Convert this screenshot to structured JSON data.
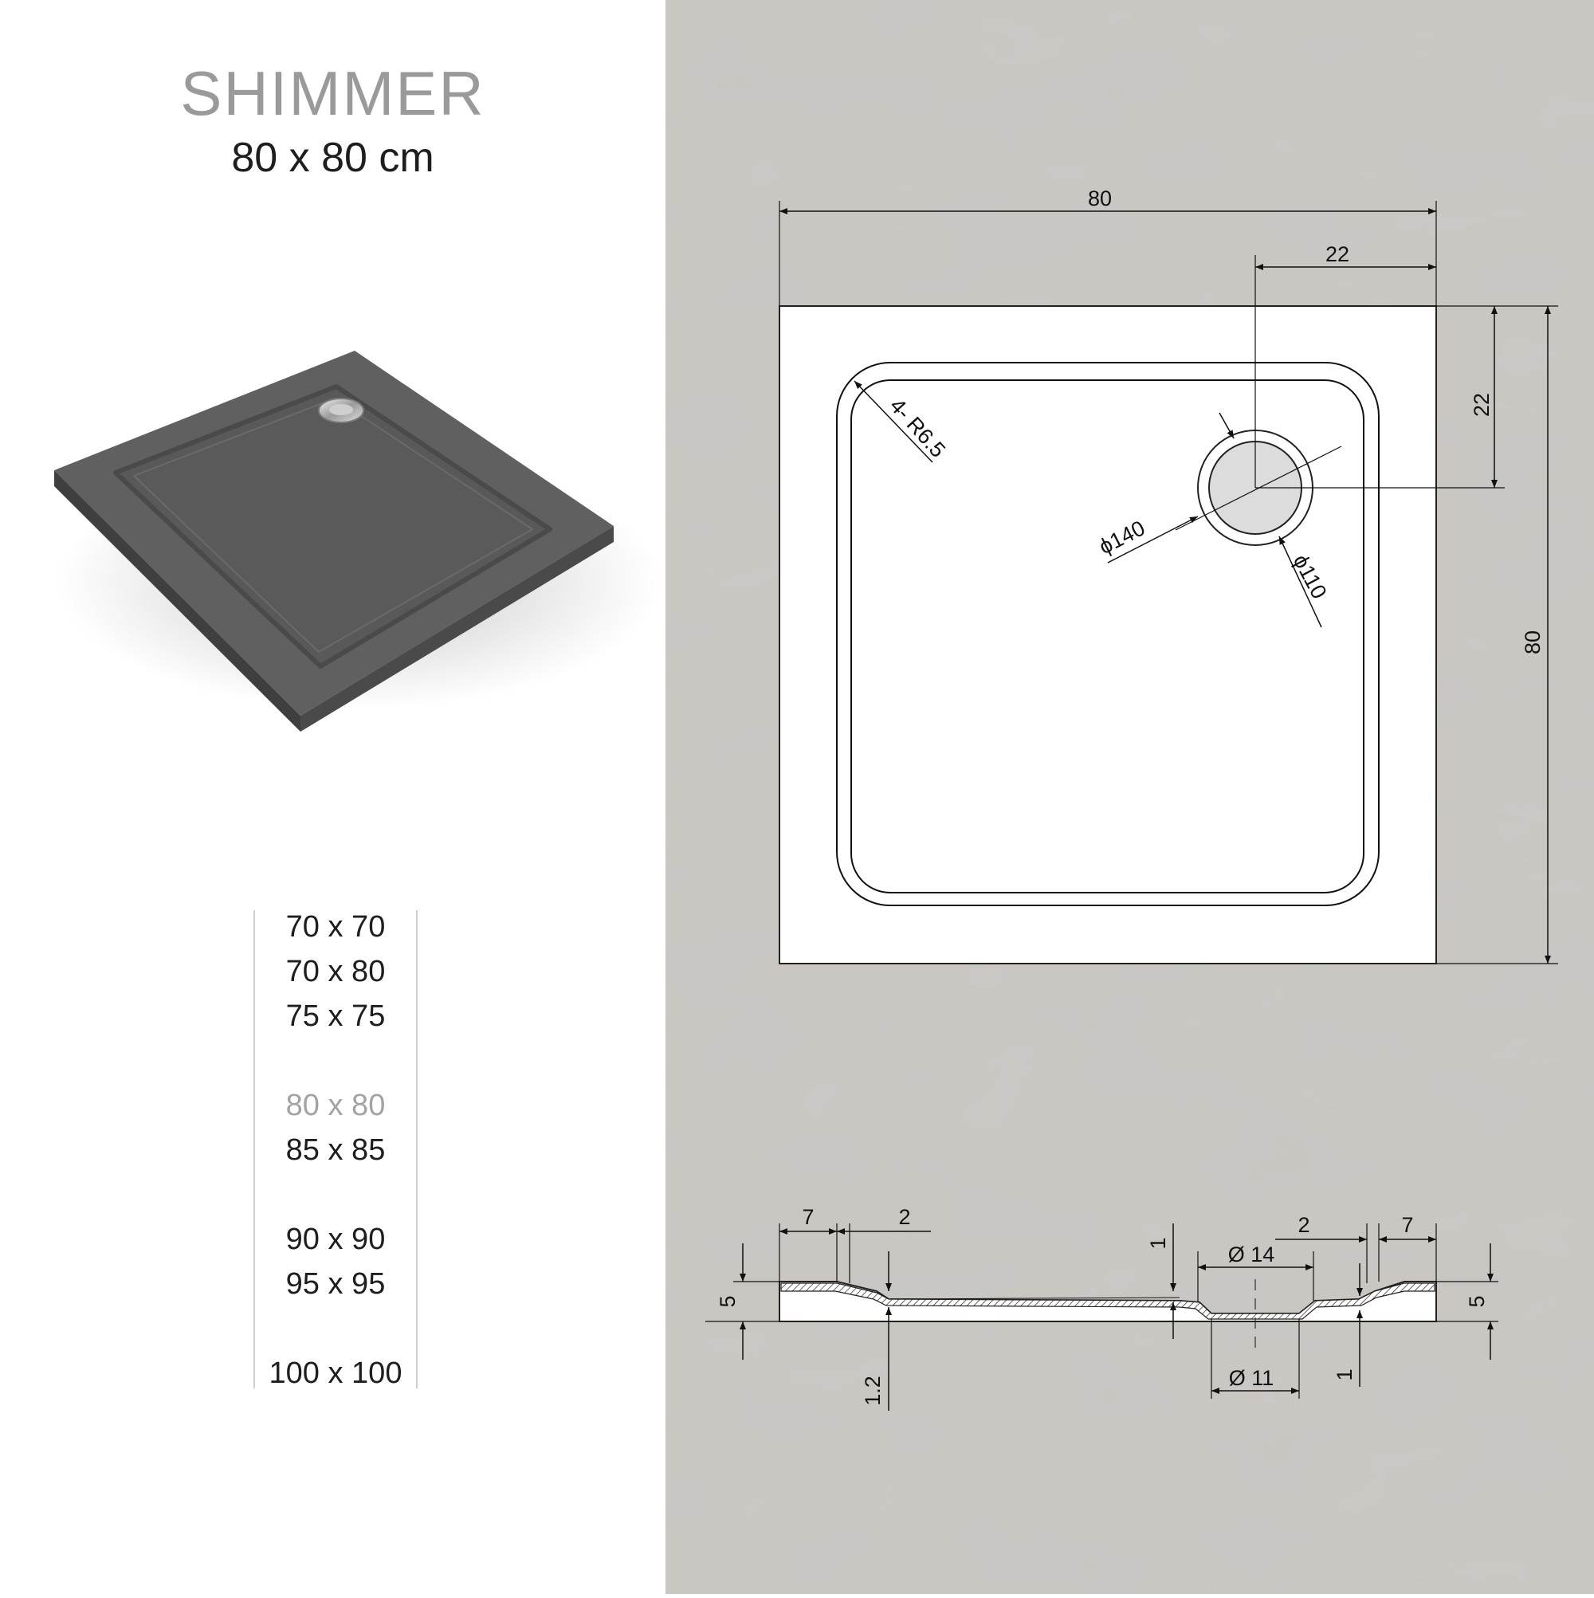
{
  "product": {
    "title": "SHIMMER",
    "subtitle": "80 x 80 cm"
  },
  "sizes": [
    {
      "label": "70 x 70",
      "active": false
    },
    {
      "label": "70 x 80",
      "active": false
    },
    {
      "label": "75 x 75",
      "active": false
    },
    {
      "label": "80 x 80",
      "active": true
    },
    {
      "label": "85 x 85",
      "active": false
    },
    {
      "label": "90 x 90",
      "active": false
    },
    {
      "label": "95 x 95",
      "active": false
    },
    {
      "label": "100 x 100",
      "active": false
    }
  ],
  "plan": {
    "width": "80",
    "height": "80",
    "drain_x": "22",
    "drain_y": "22",
    "corner_radius": "4- R6.5",
    "drain_outer": "ϕ140",
    "drain_inner": "ϕ110"
  },
  "section": {
    "rim_left": "7",
    "slope_left": "2",
    "rim_right": "7",
    "slope_right": "2",
    "height_left": "5",
    "height_right": "5",
    "thickness": "1.2",
    "drop_left": "1",
    "drop_right": "1",
    "drain_top": "Ø 14",
    "drain_bottom": "Ø 11"
  },
  "colors": {
    "tray": "#5d5d5d",
    "accent_grey": "#9a9a9a",
    "active_size": "#a3a3a3",
    "concrete": "#cbc8c4"
  }
}
